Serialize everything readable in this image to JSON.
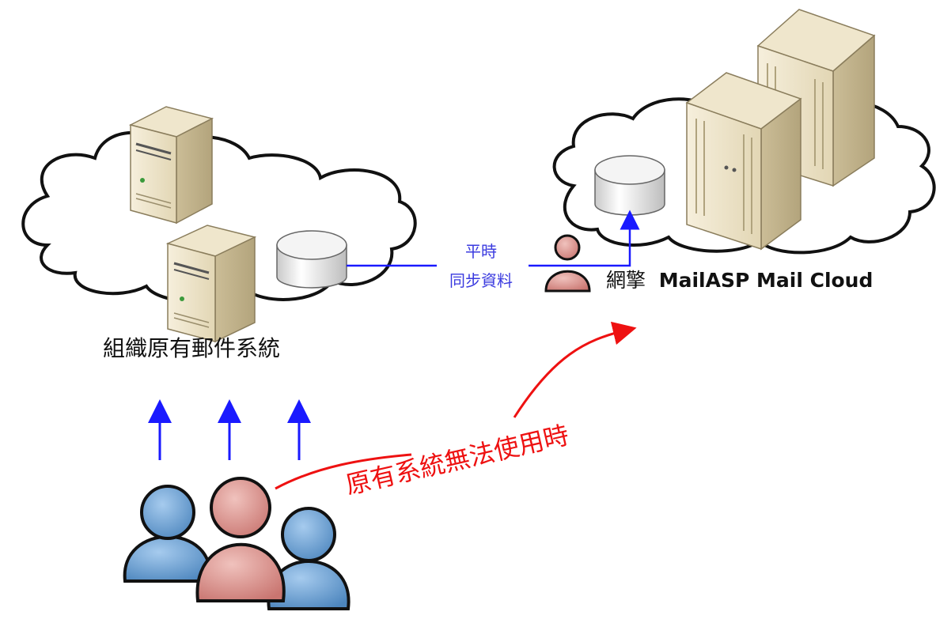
{
  "labels": {
    "local_system": "組織原有郵件系統",
    "sync_line1": "平時",
    "sync_line2": "同步資料",
    "cloud_name_prefix": "網擎",
    "cloud_name": "MailASP Mail Cloud",
    "failover": "原有系統無法使用時"
  },
  "colors": {
    "sync_line": "#1a1aff",
    "sync_text": "#3a3adf",
    "failover": "#ee1111",
    "user_blue": "#5b95cc",
    "user_red": "#d98a86",
    "server_body": "#ece2c6",
    "cloud_fill": "#ffffff",
    "cloud_stroke": "#111111"
  },
  "icons": [
    "cloud-icon",
    "server-icon",
    "database-icon",
    "user-icon",
    "arrow-up-icon"
  ]
}
